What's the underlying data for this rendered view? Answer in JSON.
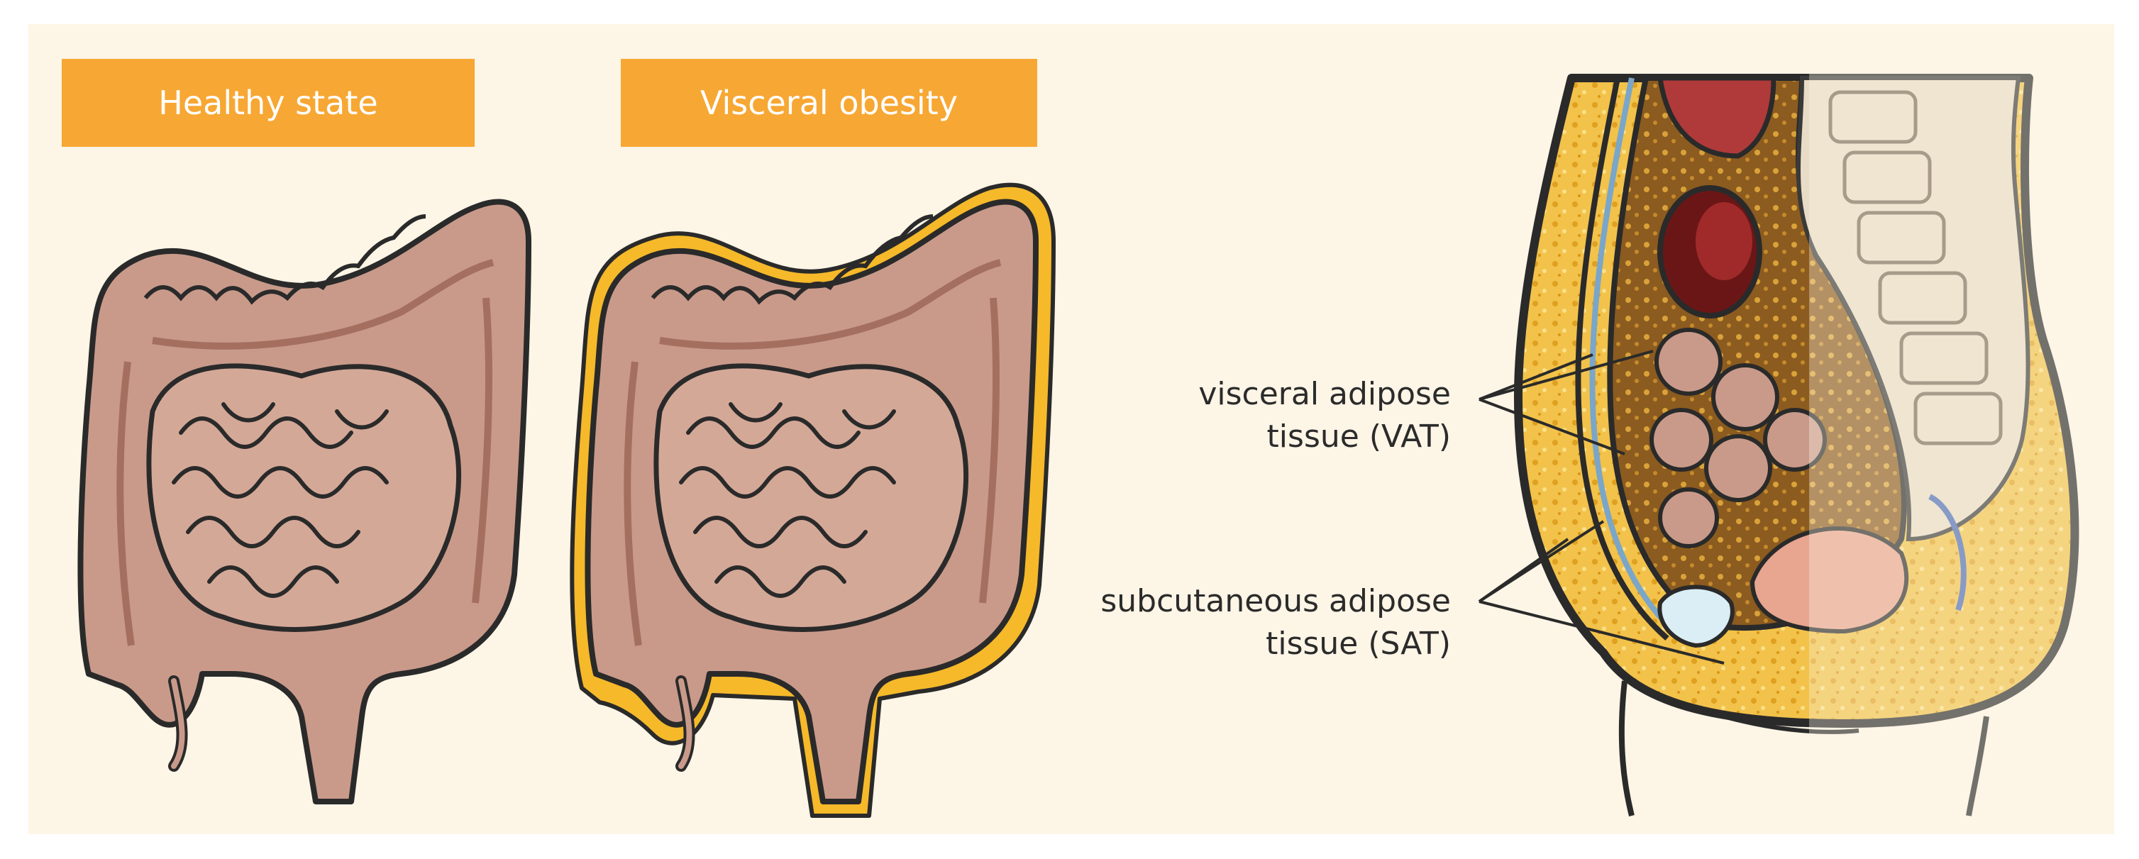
{
  "panels": {
    "healthy": {
      "title": "Healthy state"
    },
    "obese": {
      "title": "Visceral obesity"
    }
  },
  "labels": {
    "vat": {
      "line1": "visceral adipose",
      "line2": "tissue (VAT)"
    },
    "sat": {
      "line1": "subcutaneous adipose",
      "line2": "tissue (SAT)"
    }
  },
  "colors": {
    "background": "#fdf5e6",
    "header_orange": "#f7a733",
    "intestine": "#c99a8a",
    "intestine_dark": "#a56f60",
    "fat_yellow": "#f5b92a",
    "vat_brown": "#8a5a1e",
    "outline": "#2a2a2a"
  }
}
